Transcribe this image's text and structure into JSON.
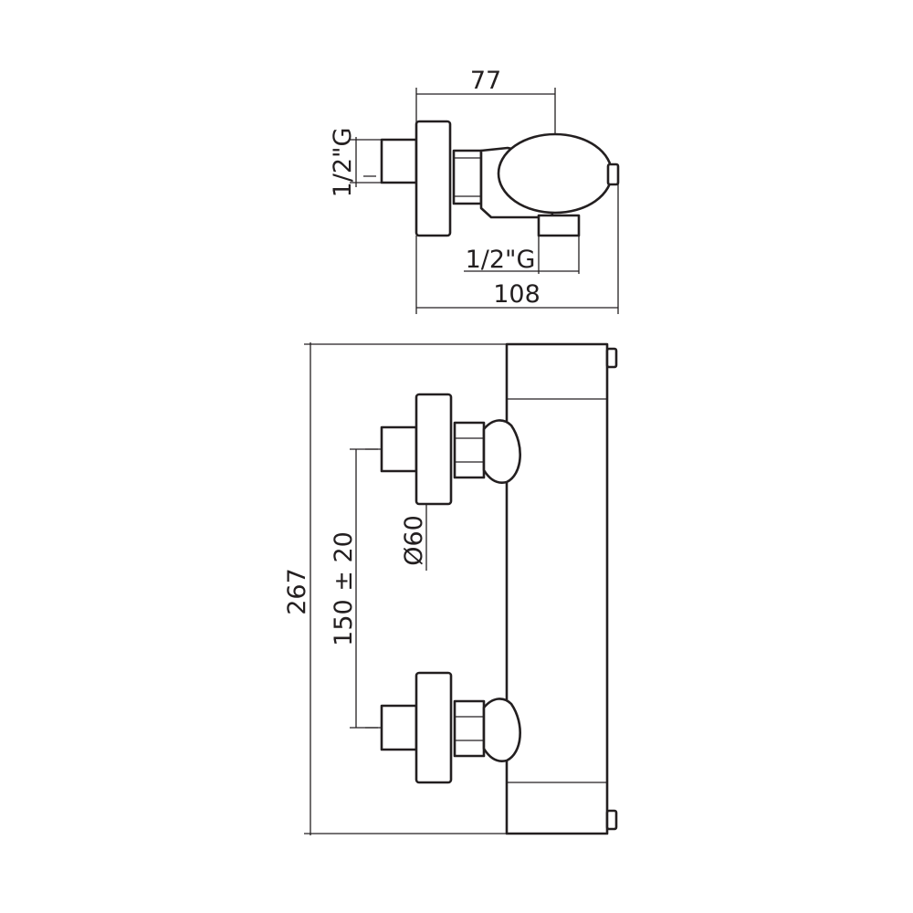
{
  "drawing": {
    "side_view": {
      "width_top": "77",
      "width_bottom": "108",
      "inlet_thread": "1/2\"G",
      "outlet_thread": "1/2\"G"
    },
    "front_view": {
      "overall_height": "267",
      "centre_distance": "150 ± 20",
      "flange_diameter": "Ø60"
    },
    "line_color": "#231f20"
  }
}
